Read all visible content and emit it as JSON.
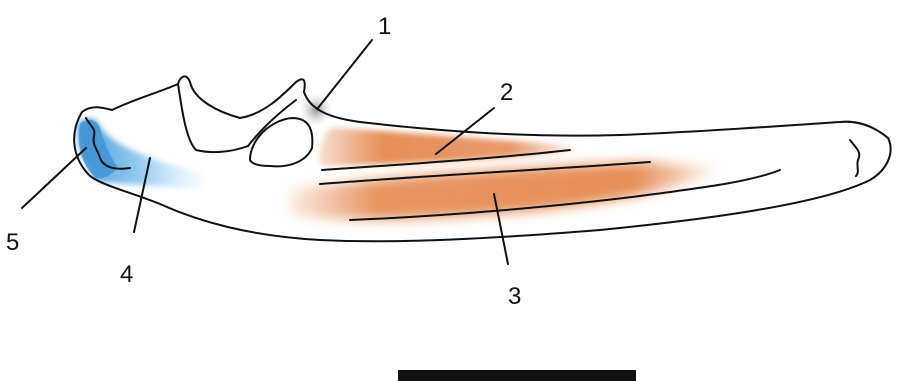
{
  "figure": {
    "labels": [
      {
        "id": "1",
        "text": "1"
      },
      {
        "id": "2",
        "text": "2"
      },
      {
        "id": "3",
        "text": "3"
      },
      {
        "id": "4",
        "text": "4"
      },
      {
        "id": "5",
        "text": "5"
      }
    ]
  },
  "colors": {
    "outline": "#111111",
    "orange_region": "#e07a3a",
    "blue_region": "#6bb6e8",
    "blue_edge": "#3f95d6",
    "gray_spot": "#9a9a9a",
    "scale_bar": "#111111",
    "background": "#ffffff"
  }
}
